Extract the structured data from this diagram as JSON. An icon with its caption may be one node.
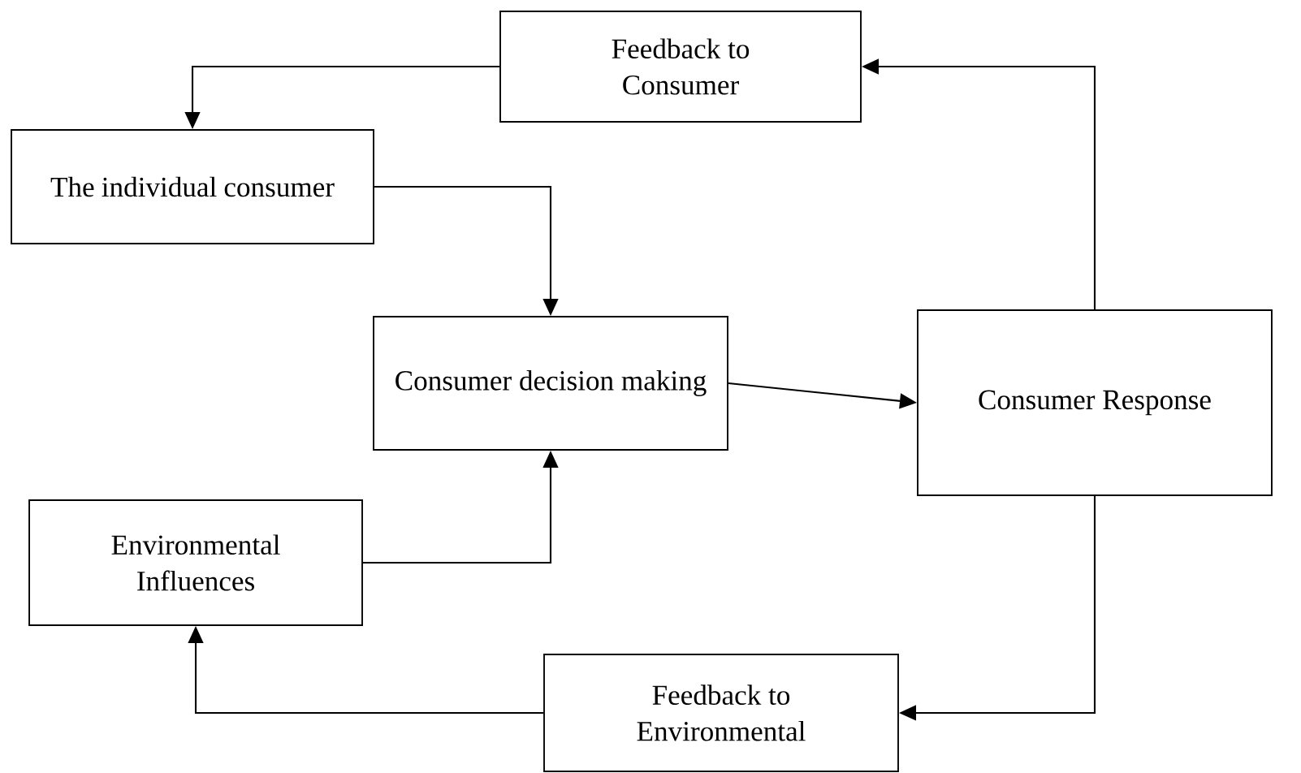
{
  "diagram": {
    "nodes": [
      {
        "text": [
          "Feedback to Consumer"
        ]
      },
      {
        "text": [
          "The individual consumer"
        ]
      },
      {
        "text": [
          "Consumer decision making"
        ]
      },
      {
        "text": [
          "Consumer Response"
        ]
      },
      {
        "text": [
          "Environmental Influences"
        ]
      },
      {
        "text": [
          "Feedback to Environmental"
        ]
      }
    ],
    "edges": [
      {
        "from": 0,
        "to": 1,
        "arrow": "to"
      },
      {
        "from": 1,
        "to": 2,
        "arrow": "to"
      },
      {
        "from": 2,
        "to": 3,
        "arrow": "to"
      },
      {
        "from": 3,
        "to": 0,
        "arrow": "to"
      },
      {
        "from": 4,
        "to": 2,
        "arrow": "to"
      },
      {
        "from": 3,
        "to": 5,
        "arrow": "to"
      },
      {
        "from": 5,
        "to": 4,
        "arrow": "to"
      }
    ]
  }
}
